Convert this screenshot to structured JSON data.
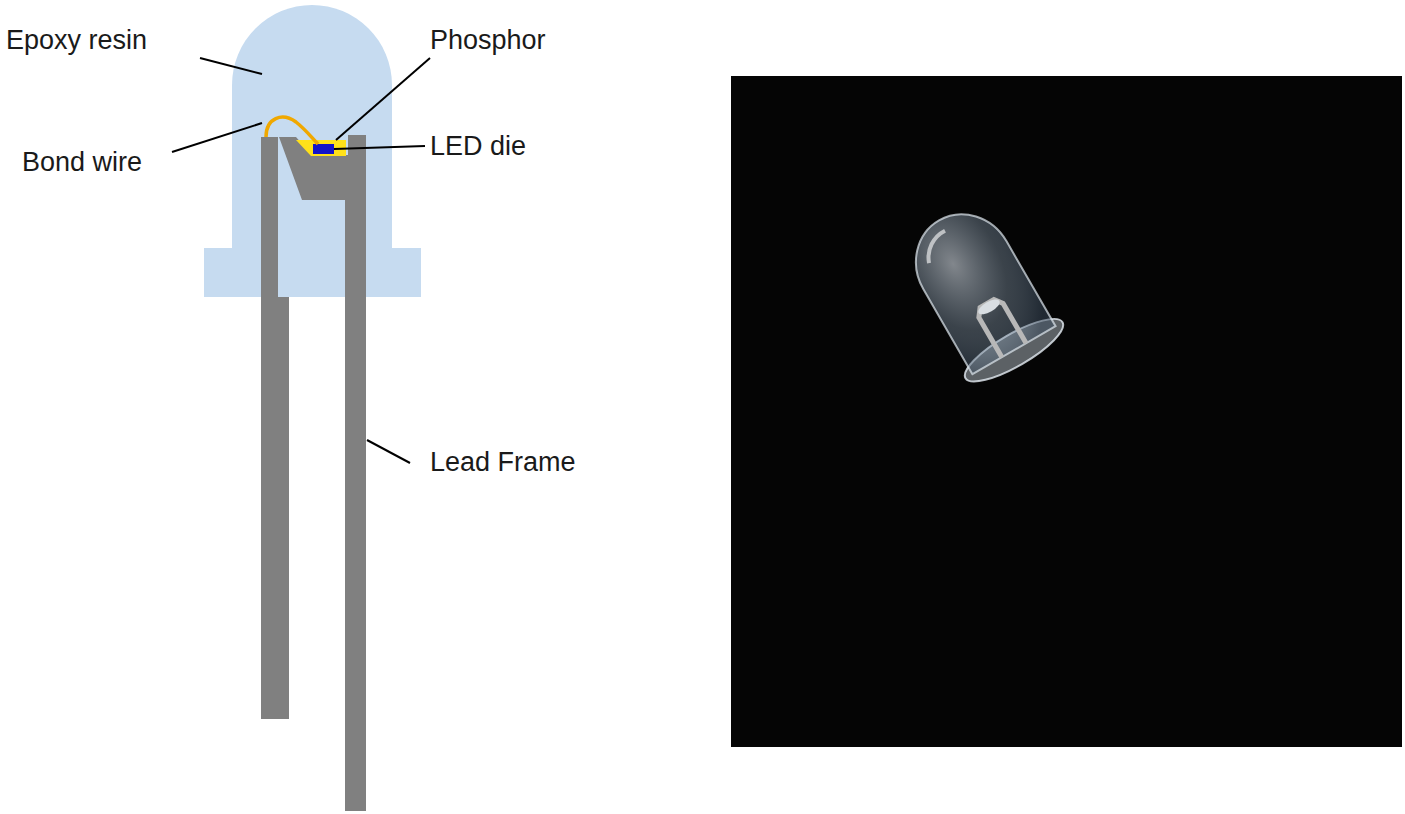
{
  "diagram": {
    "labels": [
      "Epoxy resin",
      "Phosphor",
      "Bond wire",
      "LED die",
      "Lead Frame"
    ]
  }
}
